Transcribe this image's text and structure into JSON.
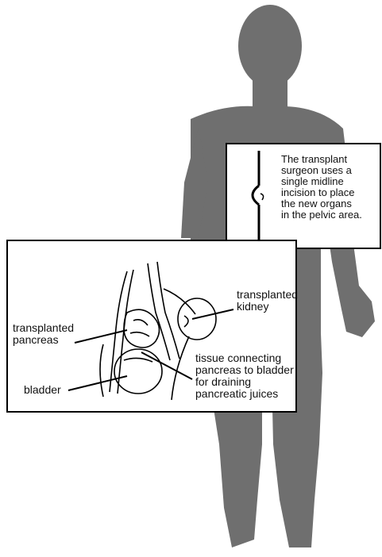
{
  "incision_caption": "The transplant\nsurgeon uses a\nsingle midline\nincision to place\nthe new organs\nin the pelvic area.",
  "labels": {
    "transplanted_kidney": "transplanted\nkidney",
    "transplanted_pancreas": "transplanted\npancreas",
    "bladder": "bladder",
    "tissue_connecting": "tissue connecting\npancreas to bladder\nfor draining\npancreatic juices"
  },
  "colors": {
    "silhouette": "#6f6f6f",
    "outline": "#000000",
    "background": "#ffffff"
  }
}
